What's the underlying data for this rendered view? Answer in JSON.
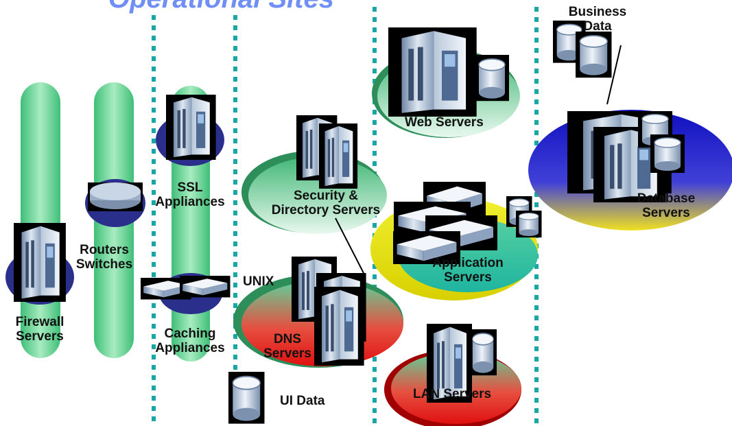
{
  "title": "Operational Sites",
  "labels": {
    "firewall": [
      "Firewall",
      "Servers"
    ],
    "routers": [
      "Routers",
      "Switches"
    ],
    "ssl": [
      "SSL",
      "Appliances"
    ],
    "caching": [
      "Caching",
      "Appliances"
    ],
    "security": [
      "Security &",
      "Directory Servers"
    ],
    "unix": "UNIX",
    "dns": [
      "DNS",
      "Servers"
    ],
    "ui_data": "UI Data",
    "web": "Web Servers",
    "application": [
      "Application",
      "Servers"
    ],
    "lan": "LAN Servers",
    "business": [
      "Business",
      "Data"
    ],
    "database": [
      "Database",
      "Servers"
    ]
  },
  "colors": {
    "title": "#6f8ff6",
    "pillar_green": "#7fd8a0",
    "disc_navy": "#2b2f8c",
    "divider_teal": "#19a6a6",
    "ellipse_green": "#5ccc8c",
    "ellipse_red": "#e02020",
    "ellipse_yellow": "#e8e020",
    "ellipse_blue": "#2020c8"
  },
  "icons": [
    "server-tower-icon",
    "router-icon",
    "appliance-icon",
    "database-cylinder-icon"
  ]
}
